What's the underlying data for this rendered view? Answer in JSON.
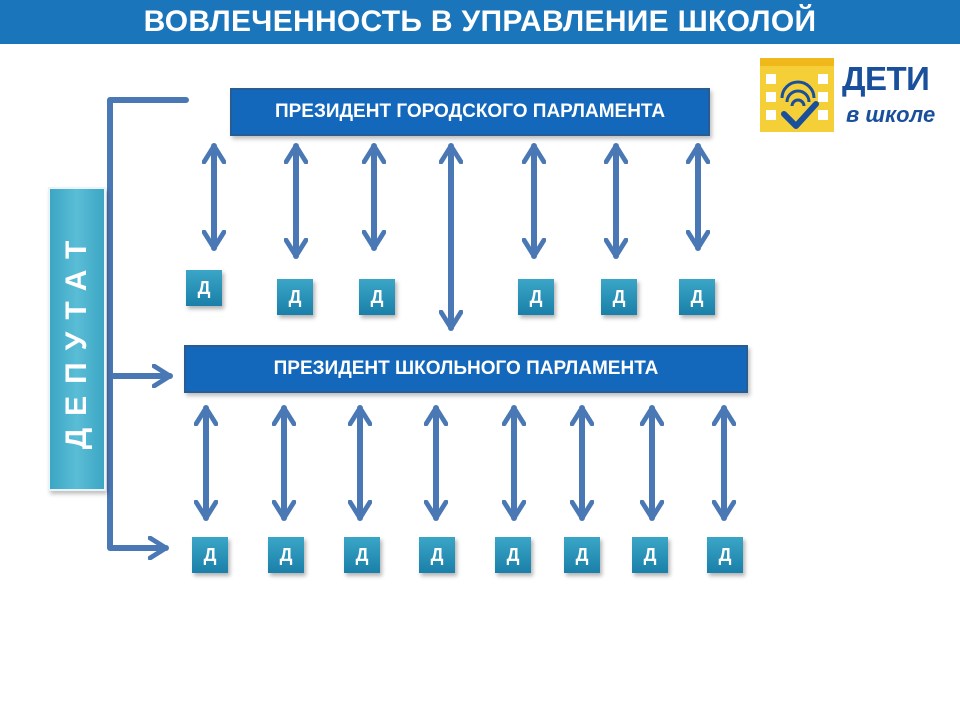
{
  "header": {
    "title": "ВОВЛЕЧЕННОСТЬ В УПРАВЛЕНИЕ ШКОЛОЙ"
  },
  "logo": {
    "line1": "ДЕТИ",
    "line2": "в школе"
  },
  "diagram": {
    "deputy_label": "ДЕПУТАТ",
    "city_president": "ПРЕЗИДЕНТ ГОРОДСКОГО ПАРЛАМЕНТА",
    "school_president": "ПРЕЗИДЕНТ ШКОЛЬНОГО ПАРЛАМЕНТА",
    "deputy_short": "Д"
  },
  "colors": {
    "header_bg": "#1b75bb",
    "box_blue": "#1368bb",
    "arrow_blue": "#4a78b5",
    "deputy_teal": "#3ba6c4",
    "logo_yellow": "#f5cf37"
  }
}
